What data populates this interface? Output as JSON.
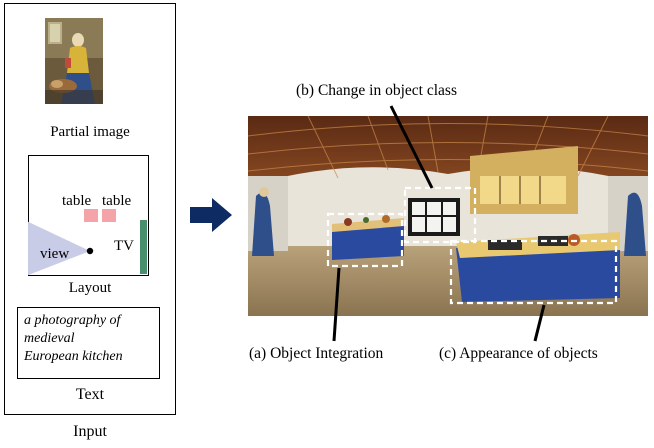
{
  "input_panel": {
    "partial_image_caption": "Partial image",
    "layout_caption": "Layout",
    "layout_labels": {
      "table_1": "table",
      "table_2": "table",
      "tv": "TV",
      "view": "view"
    },
    "text_prompt_lines": [
      "a photography of",
      "medieval",
      "European kitchen"
    ],
    "text_caption": "Text",
    "input_caption": "Input"
  },
  "output": {
    "annotations": {
      "b": "(b) Change in object class",
      "a": "(a) Object Integration",
      "c": "(c) Appearance of objects"
    }
  },
  "colors": {
    "arrow": "#0f2b63",
    "table": "#f4a3a8",
    "tv": "#4a8f6d",
    "view_cone": "#c9cce6"
  }
}
